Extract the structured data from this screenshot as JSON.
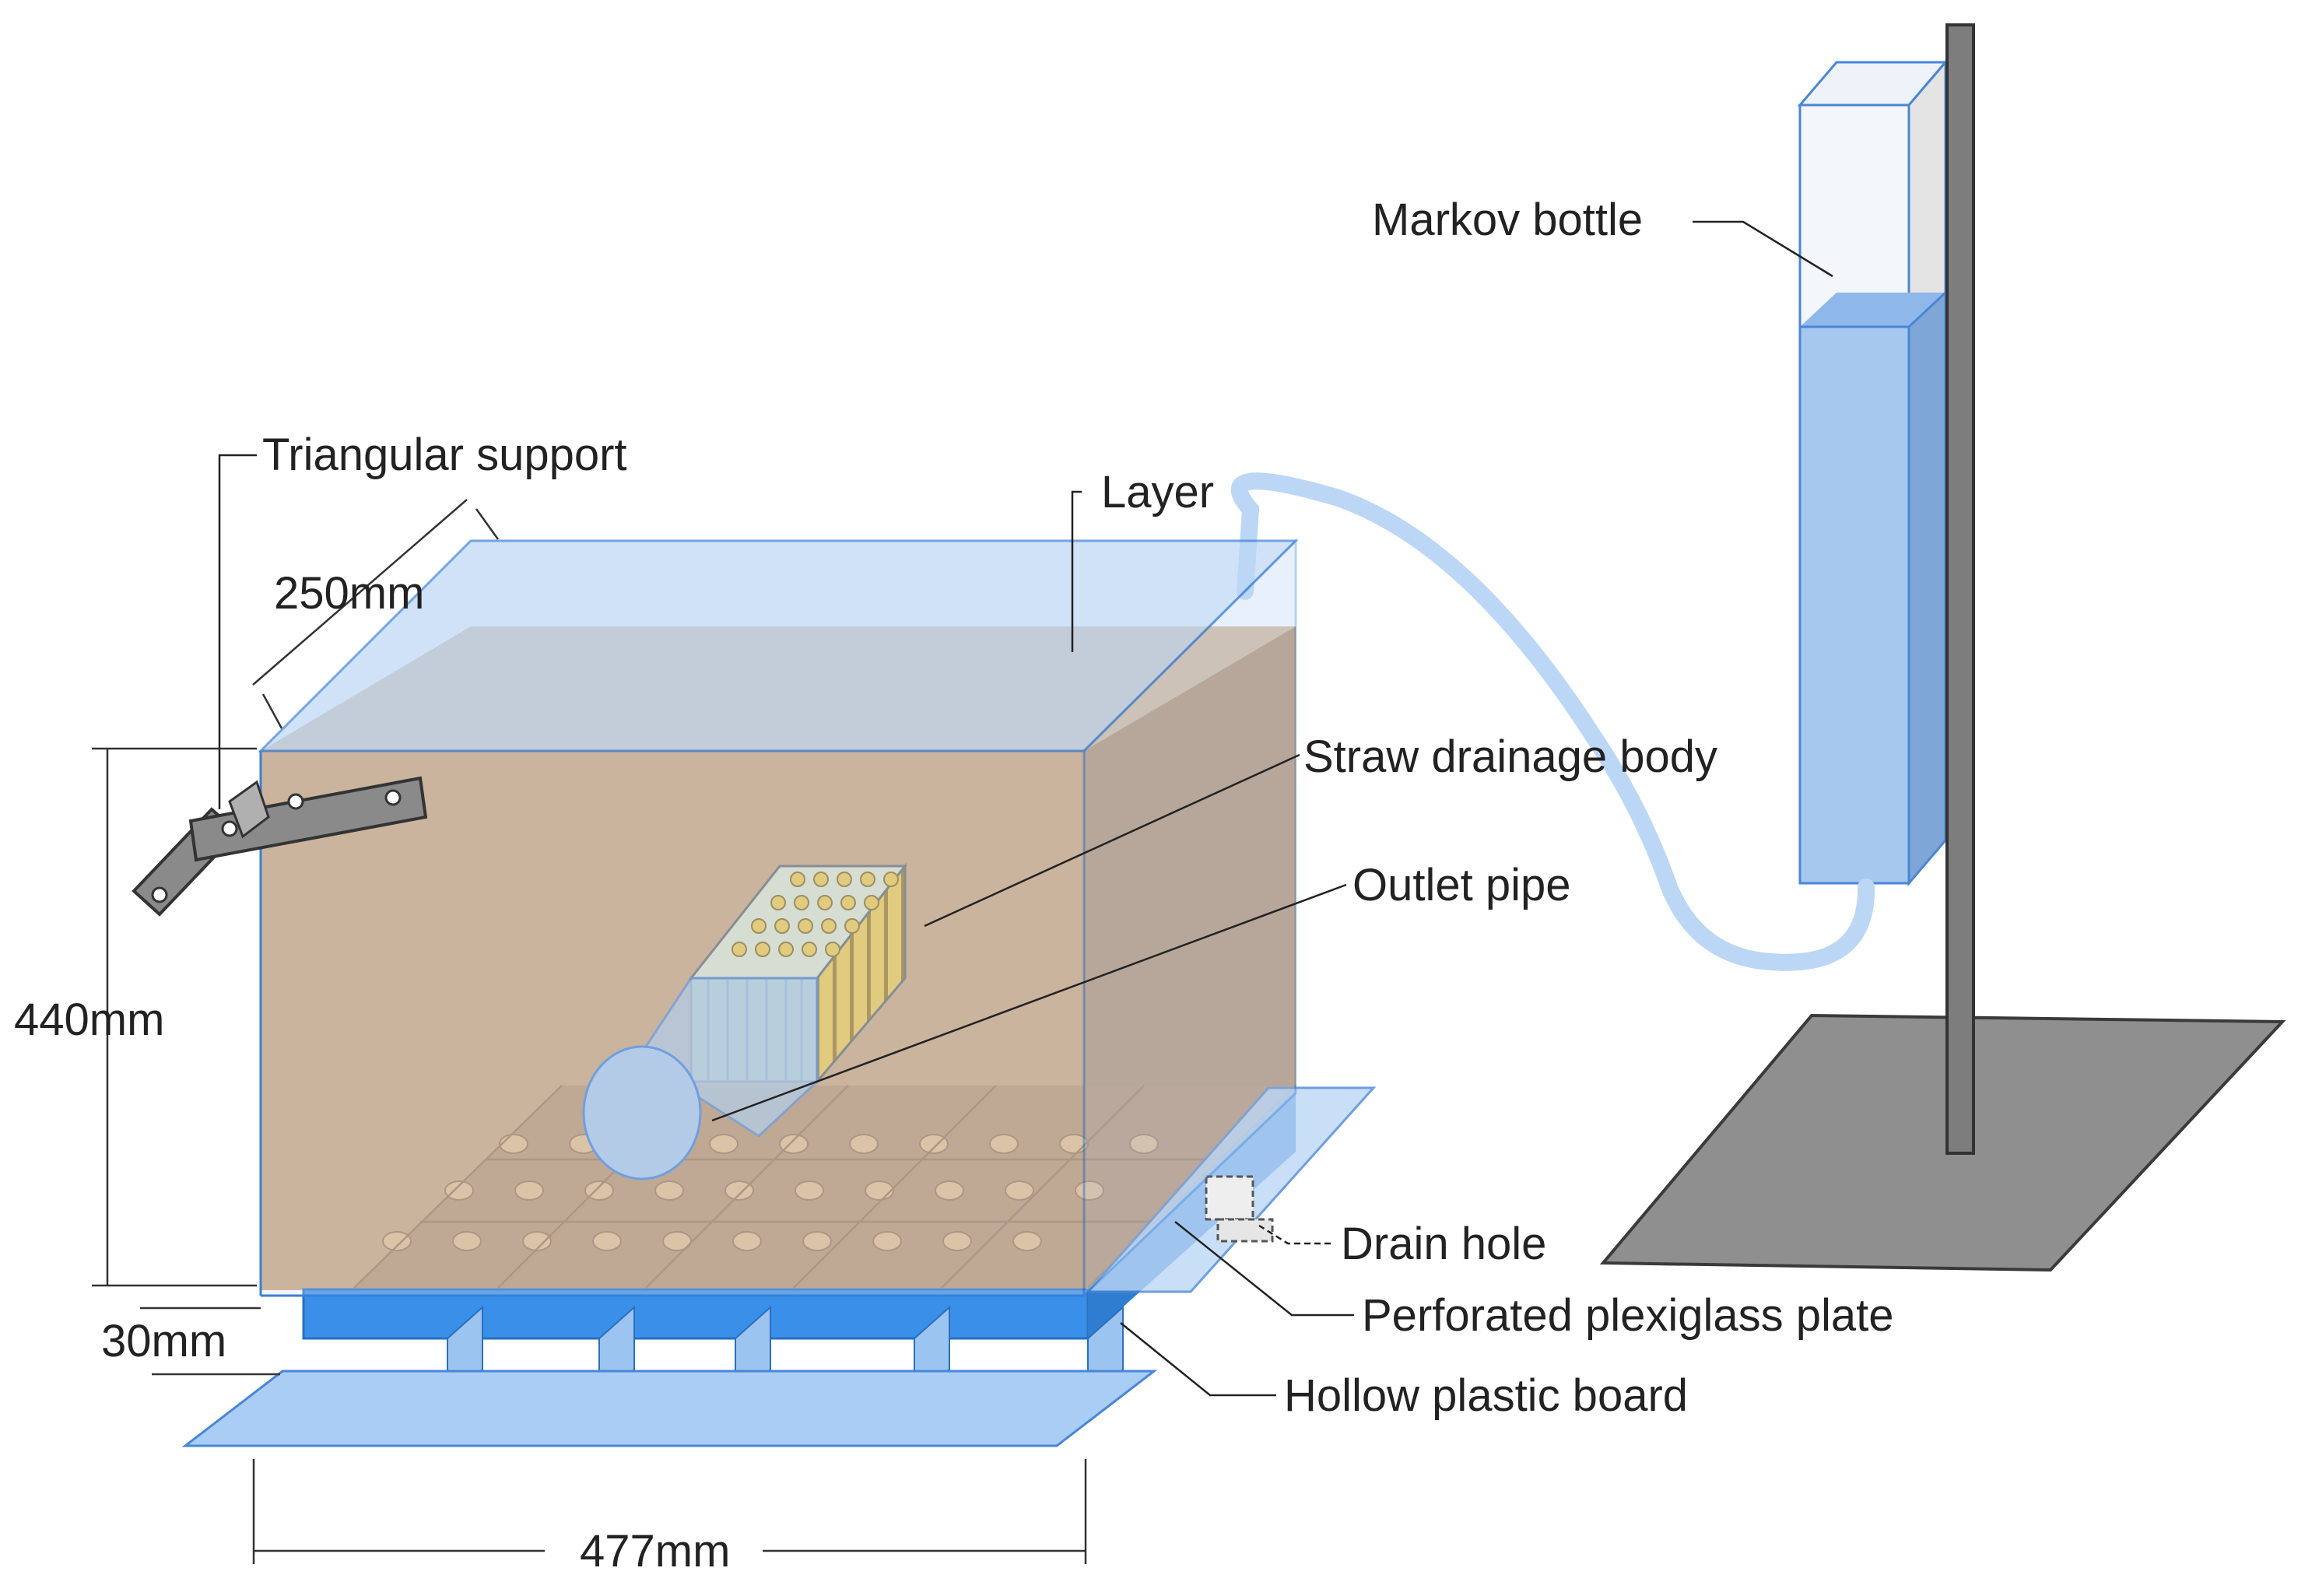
{
  "labels": {
    "markov_bottle": "Markov bottle",
    "triangular_support": "Triangular support",
    "layer": "Layer",
    "straw_drainage_body": "Straw drainage body",
    "outlet_pipe": "Outlet pipe",
    "drain_hole": "Drain hole",
    "perforated_plate": "Perforated plexiglass plate",
    "hollow_board": "Hollow plastic board"
  },
  "dimensions": {
    "depth": "250mm",
    "height": "440mm",
    "base": "30mm",
    "width": "477mm"
  },
  "colors": {
    "soil": "#c9a27c",
    "soil_side": "#b48e69",
    "glass": "#bcd7f6",
    "water": "#a6c8ef",
    "board": "#3a8fe8",
    "straw": "#e7c24f",
    "stand": "#8f8f8f"
  }
}
